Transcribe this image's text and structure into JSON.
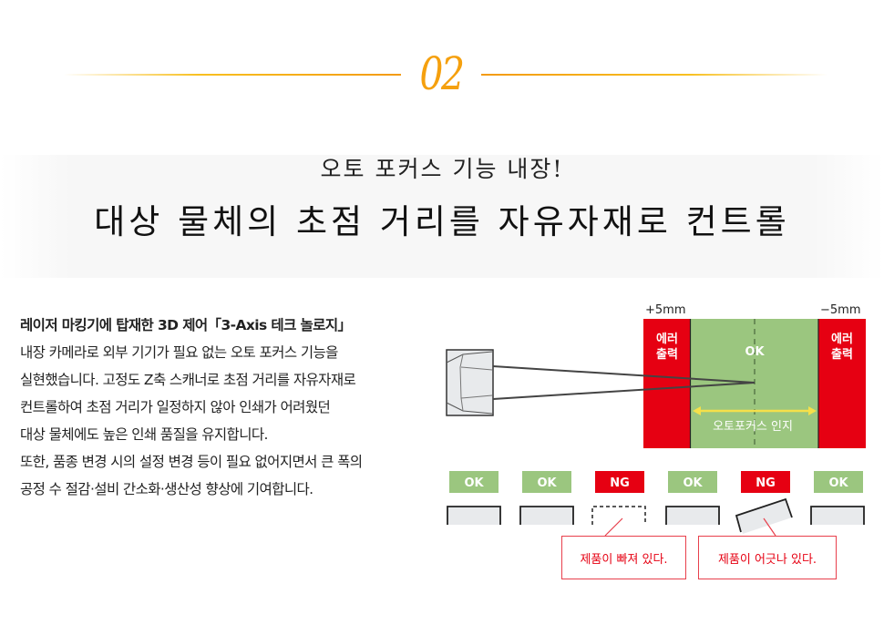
{
  "section_number": "02",
  "subtitle": "오토 포커스 기능 내장!",
  "title": "대상 물체의 초점 거리를 자유자재로 컨트롤",
  "body": {
    "lead": "레이저 마킹기에 탑재한 3D 제어「3-Axis 테크 놀로지」",
    "lines": [
      "내장 카메라로 외부 기기가 필요 없는 오토 포커스 기능을",
      "실현했습니다. 고정도 Z축 스캐너로 초점 거리를 자유자재로",
      "컨트롤하여 초점 거리가 일정하지 않아 인쇄가 어려웠던",
      "대상 물체에도 높은 인쇄 품질을 유지합니다.",
      "또한, 품종 변경 시의 설정 변경 등이 필요 없어지면서 큰 폭의",
      "공정 수 절감·설비 간소화·생산성 향상에 기여합니다."
    ]
  },
  "diagram": {
    "plus_label": "+5mm",
    "minus_label": "−5mm",
    "error_left": [
      "에러",
      "출력"
    ],
    "error_right": [
      "에러",
      "출력"
    ],
    "ok_label": "OK",
    "af_label": "오토포커스 인지",
    "badges": [
      "OK",
      "OK",
      "NG",
      "OK",
      "NG",
      "OK"
    ],
    "callout_missing": "제품이 빠져 있다.",
    "callout_misaligned": "제품이 어긋나 있다.",
    "colors": {
      "red": "#e60012",
      "green": "#9bc67f",
      "yellow": "#f5e04a",
      "accent": "#f5a00e"
    }
  }
}
